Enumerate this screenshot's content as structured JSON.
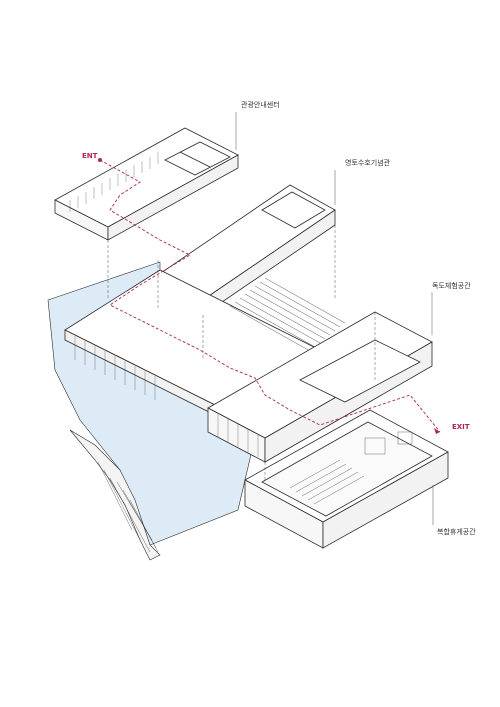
{
  "labels": {
    "tourist_info": "관광안내센터",
    "memorial": "영토수호기념관",
    "dokdo_experience": "독도체험공간",
    "rest_space": "복합휴게공간",
    "entrance": "ENT",
    "exit": "EXIT"
  },
  "colors": {
    "line": "#2b2b2b",
    "water": "#dcebf5",
    "route": "#b0245a",
    "leader": "#555555"
  }
}
